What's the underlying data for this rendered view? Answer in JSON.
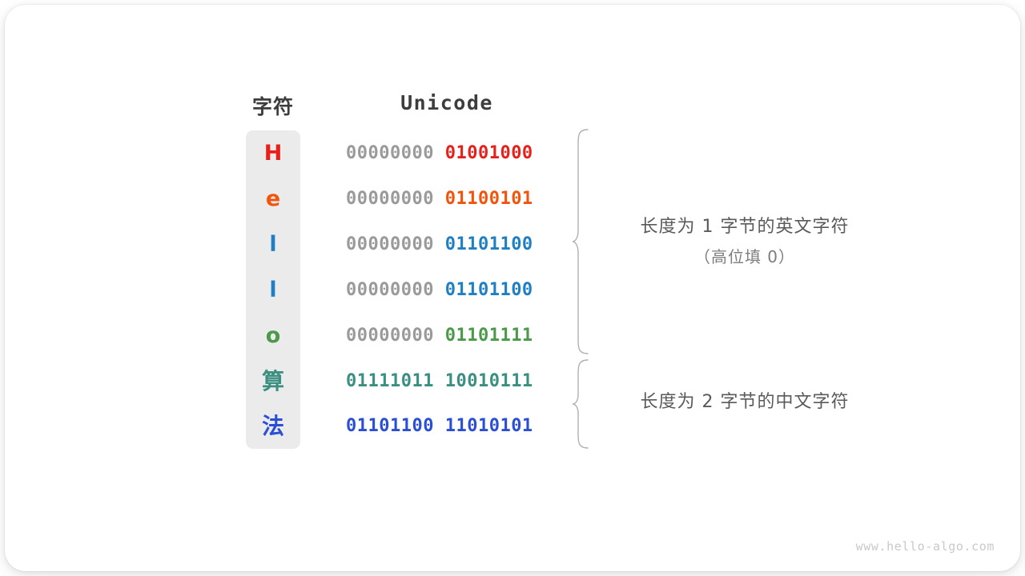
{
  "watermark": "www.hello-algo.com",
  "headers": {
    "character": "字符",
    "unicode": "Unicode"
  },
  "colors": {
    "panel_bg": "#ebebeb",
    "leading_zeros": "#9a9a9a",
    "header_text": "#3d3d3d",
    "note_text": "#5a5a5a",
    "brace_stroke": "#b0b0b0",
    "watermark": "#c9c9c9"
  },
  "rows": [
    {
      "char": "H",
      "color": "#e8201c",
      "high_byte": "00000000",
      "low_byte": "01001000",
      "high_is_padding": true,
      "cjk": false
    },
    {
      "char": "e",
      "color": "#f2540b",
      "high_byte": "00000000",
      "low_byte": "01100101",
      "high_is_padding": true,
      "cjk": false
    },
    {
      "char": "l",
      "color": "#1f7fc4",
      "high_byte": "00000000",
      "low_byte": "01101100",
      "high_is_padding": true,
      "cjk": false
    },
    {
      "char": "l",
      "color": "#1f7fc4",
      "high_byte": "00000000",
      "low_byte": "01101100",
      "high_is_padding": true,
      "cjk": false
    },
    {
      "char": "o",
      "color": "#4a9a4a",
      "high_byte": "00000000",
      "low_byte": "01101111",
      "high_is_padding": true,
      "cjk": false
    },
    {
      "char": "算",
      "color": "#3a8f80",
      "high_byte": "01111011",
      "low_byte": "10010111",
      "high_is_padding": false,
      "cjk": true
    },
    {
      "char": "法",
      "color": "#2a4fd4",
      "high_byte": "01101100",
      "low_byte": "11010101",
      "high_is_padding": false,
      "cjk": true
    }
  ],
  "notes": [
    {
      "line1": "长度为 1 字节的英文字符",
      "line2": "（高位填 0）"
    },
    {
      "line1": "长度为 2 字节的中文字符",
      "line2": ""
    }
  ]
}
